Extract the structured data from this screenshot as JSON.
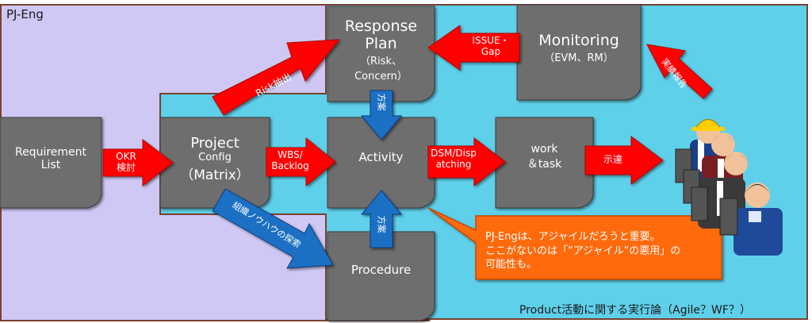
{
  "regions": {
    "pj_eng": {
      "label": "PJ-Eng"
    },
    "product": {
      "label": "Product活動に関する実行論（Agile？WF？）"
    }
  },
  "nodes": {
    "requirement": {
      "line1": "Requirement",
      "line2": "List"
    },
    "project": {
      "line1": "Project",
      "line2": "Config",
      "line3": "（Matrix）"
    },
    "response": {
      "line1": "Response",
      "line2": "Plan",
      "line3": "（Risk、",
      "line4": "Concern）"
    },
    "activity": {
      "line1": "Activity"
    },
    "procedure": {
      "line1": "Procedure"
    },
    "work": {
      "line1": "work",
      "line2": "＆task"
    },
    "monitoring": {
      "line1": "Monitoring",
      "line2": "（EVM、RM）"
    }
  },
  "arrows": {
    "okr": {
      "line1": "OKR",
      "line2": "検討"
    },
    "wbs": {
      "line1": "WBS/",
      "line2": "Backlog"
    },
    "risk": {
      "line1": "Risk抽出"
    },
    "issue": {
      "line1": "ISSUE・",
      "line2": "Gap"
    },
    "hoshin_top": {
      "line1": "方案"
    },
    "hoshin_bottom": {
      "line1": "方案"
    },
    "dsm": {
      "line1": "DSM/Disp",
      "line2": "atching"
    },
    "shitatsu": {
      "line1": "示達"
    },
    "jisseki": {
      "line1": "実績報告"
    },
    "knowhow": {
      "line1": "組織ノウハウの探索"
    }
  },
  "callout": {
    "line1": "PJ-Engは、アジャイルだろうと重要。",
    "line2": "ここがないのは「“アジャイル”の悪用」の",
    "line3": "可能性も。"
  },
  "colors": {
    "pj_eng_fill": "#cfc8f5",
    "product_fill": "#5fd0ea",
    "node_fill": "#6e6e6e",
    "arrow_red": "#ff0000",
    "arrow_blue": "#1f6fc4",
    "callout_fill": "#ff6a10"
  }
}
